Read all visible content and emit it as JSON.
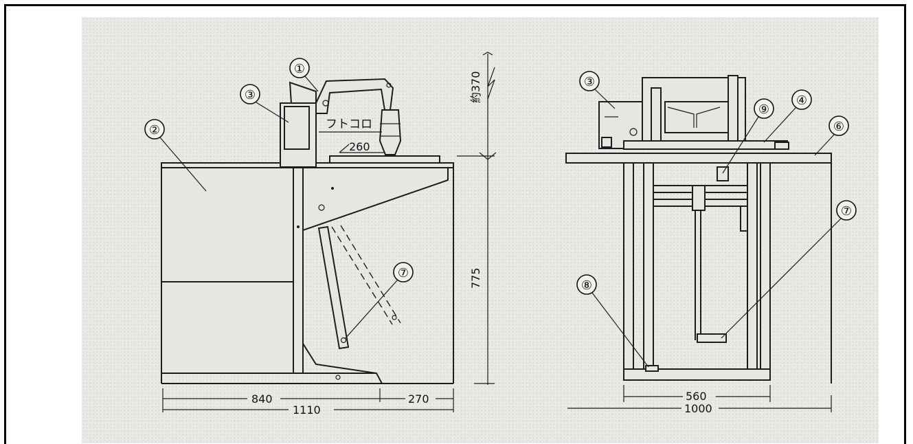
{
  "side_view": {
    "callouts": [
      "①",
      "②",
      "③",
      "⑦"
    ],
    "head_label": "フトコロ",
    "dimensions": {
      "throat": "260",
      "head_height": "約370",
      "table_height": "775",
      "cabinet_width": "840",
      "extension": "270",
      "overall": "1110"
    }
  },
  "front_view": {
    "callouts": [
      "③",
      "④",
      "⑥",
      "⑦",
      "⑧",
      "⑨"
    ],
    "dimensions": {
      "frame_width": "560",
      "table_width": "1000"
    }
  }
}
